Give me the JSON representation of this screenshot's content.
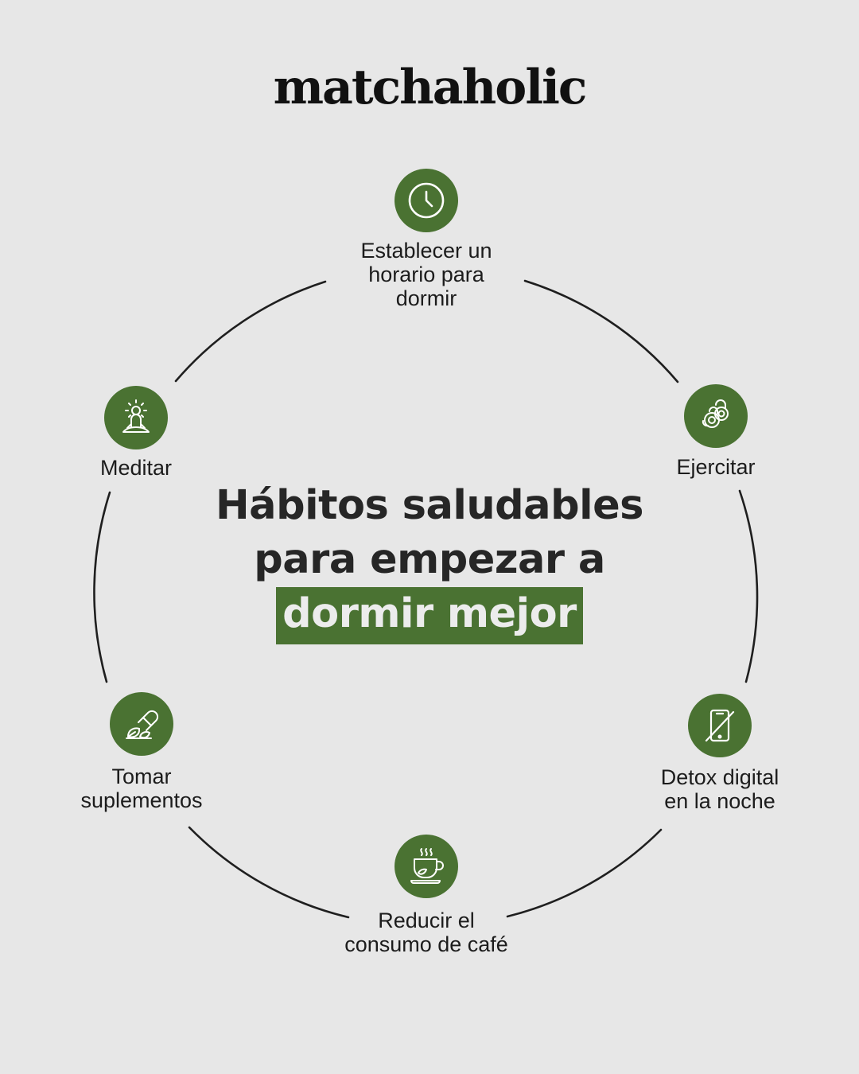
{
  "brand": {
    "name": "matchaholic"
  },
  "headline": {
    "line1": "Hábitos saludables",
    "line2": "para empezar a",
    "highlight": "dormir mejor"
  },
  "colors": {
    "background": "#e7e7e7",
    "accent": "#4a7232",
    "ring": "#1f1f1f",
    "icon_stroke": "#ffffff"
  },
  "habits": [
    {
      "icon": "clock-icon",
      "lines": [
        "Establecer un",
        "horario para",
        "dormir"
      ]
    },
    {
      "icon": "kettlebell-icon",
      "lines": [
        "Ejercitar"
      ]
    },
    {
      "icon": "phone-off-icon",
      "lines": [
        "Detox digital",
        "en la noche"
      ]
    },
    {
      "icon": "coffee-cup-icon",
      "lines": [
        "Reducir el",
        "consumo de café"
      ]
    },
    {
      "icon": "capsule-leaf-icon",
      "lines": [
        "Tomar",
        "suplementos"
      ]
    },
    {
      "icon": "meditation-icon",
      "lines": [
        "Meditar"
      ]
    }
  ]
}
